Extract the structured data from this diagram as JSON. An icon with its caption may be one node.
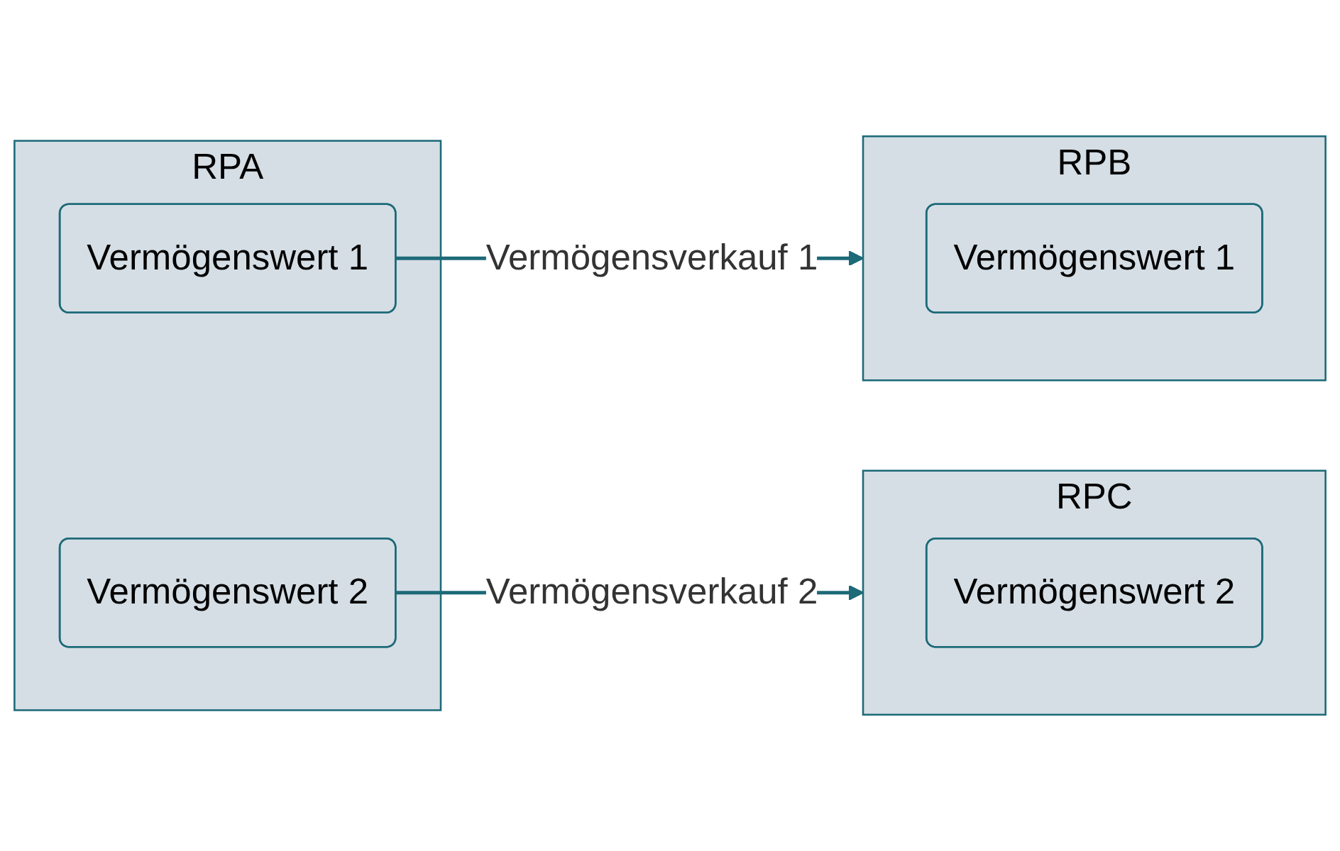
{
  "diagram": {
    "nodes": [
      {
        "text": [
          "RPA"
        ]
      },
      {
        "text": [
          "Vermögenswert 1"
        ],
        "in": 0
      },
      {
        "text": [
          "Vermögenswert 2"
        ],
        "in": 0
      },
      {
        "text": [
          "RPB"
        ]
      },
      {
        "text": [
          "Vermögenswert 1"
        ],
        "in": 3
      },
      {
        "text": [
          "RPC"
        ]
      },
      {
        "text": [
          "Vermögenswert 2"
        ],
        "in": 5
      }
    ],
    "edges": [
      {
        "from": 1,
        "to": 3,
        "arrow": "to",
        "label": "Vermögensverkauf 1"
      },
      {
        "from": 2,
        "to": 5,
        "arrow": "to",
        "label": "Vermögensverkauf 2"
      }
    ]
  }
}
